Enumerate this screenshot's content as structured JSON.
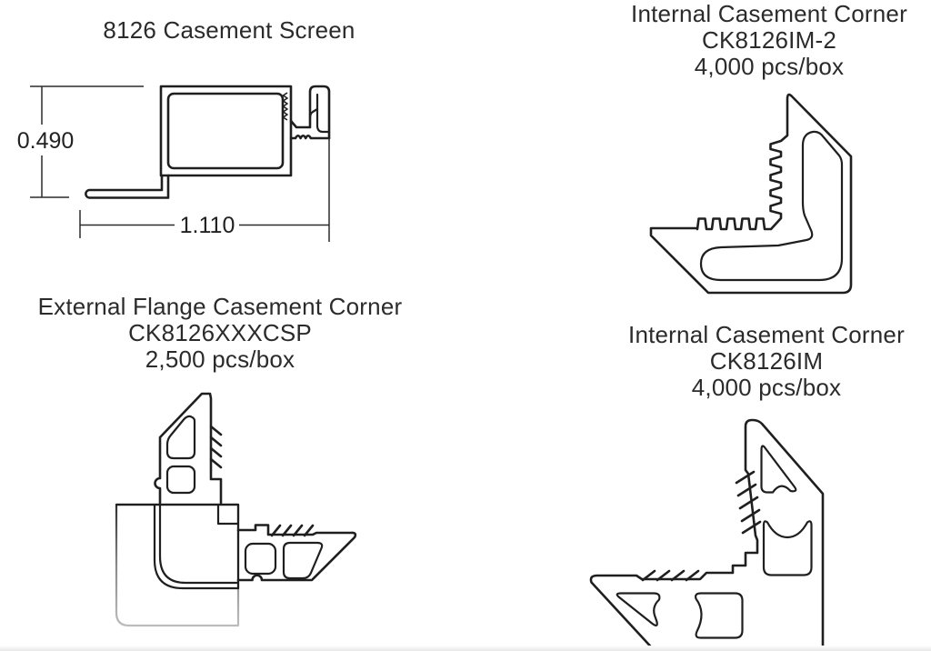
{
  "page": {
    "background": "#ffffff",
    "ink": "#1f1f1f",
    "dimension_ink": "#2b2b2b",
    "frame_gray_top": "#2f2f2f",
    "frame_gray_bottom": "#bdbdbd"
  },
  "panels": {
    "casement_screen": {
      "title": "8126 Casement Screen",
      "height_dim": "0.490",
      "width_dim": "1.110"
    },
    "internal_corner_2": {
      "title": "Internal Casement Corner",
      "part": "CK8126IM-2",
      "qty": "4,000 pcs/box"
    },
    "external_flange": {
      "title": "External Flange Casement Corner",
      "part": "CK8126XXXCSP",
      "qty": "2,500 pcs/box"
    },
    "internal_corner": {
      "title": "Internal Casement Corner",
      "part": "CK8126IM",
      "qty": "4,000 pcs/box"
    }
  }
}
